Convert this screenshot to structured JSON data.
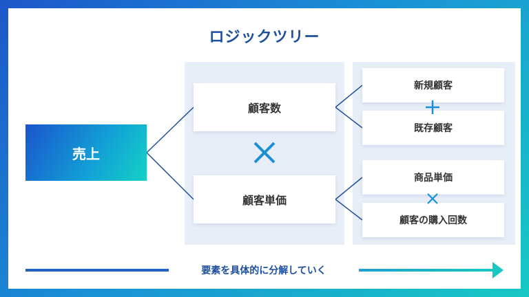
{
  "title": "ロジックツリー",
  "root": {
    "label": "売上"
  },
  "level1": [
    {
      "label": "顧客数"
    },
    {
      "label": "顧客単価"
    }
  ],
  "level2": [
    {
      "label": "新規顧客"
    },
    {
      "label": "既存顧客"
    },
    {
      "label": "商品単価"
    },
    {
      "label": "顧客の購入回数"
    }
  ],
  "operators": {
    "level1": "times-icon",
    "level2_top": "plus-icon",
    "level2_bottom": "times-icon"
  },
  "caption": "要素を具体的に分解していく",
  "colors": {
    "brand_blue": "#1d4f9e",
    "accent_teal": "#17c7c2",
    "operator": "#1a8fd6",
    "panel": "#e8eef8"
  }
}
